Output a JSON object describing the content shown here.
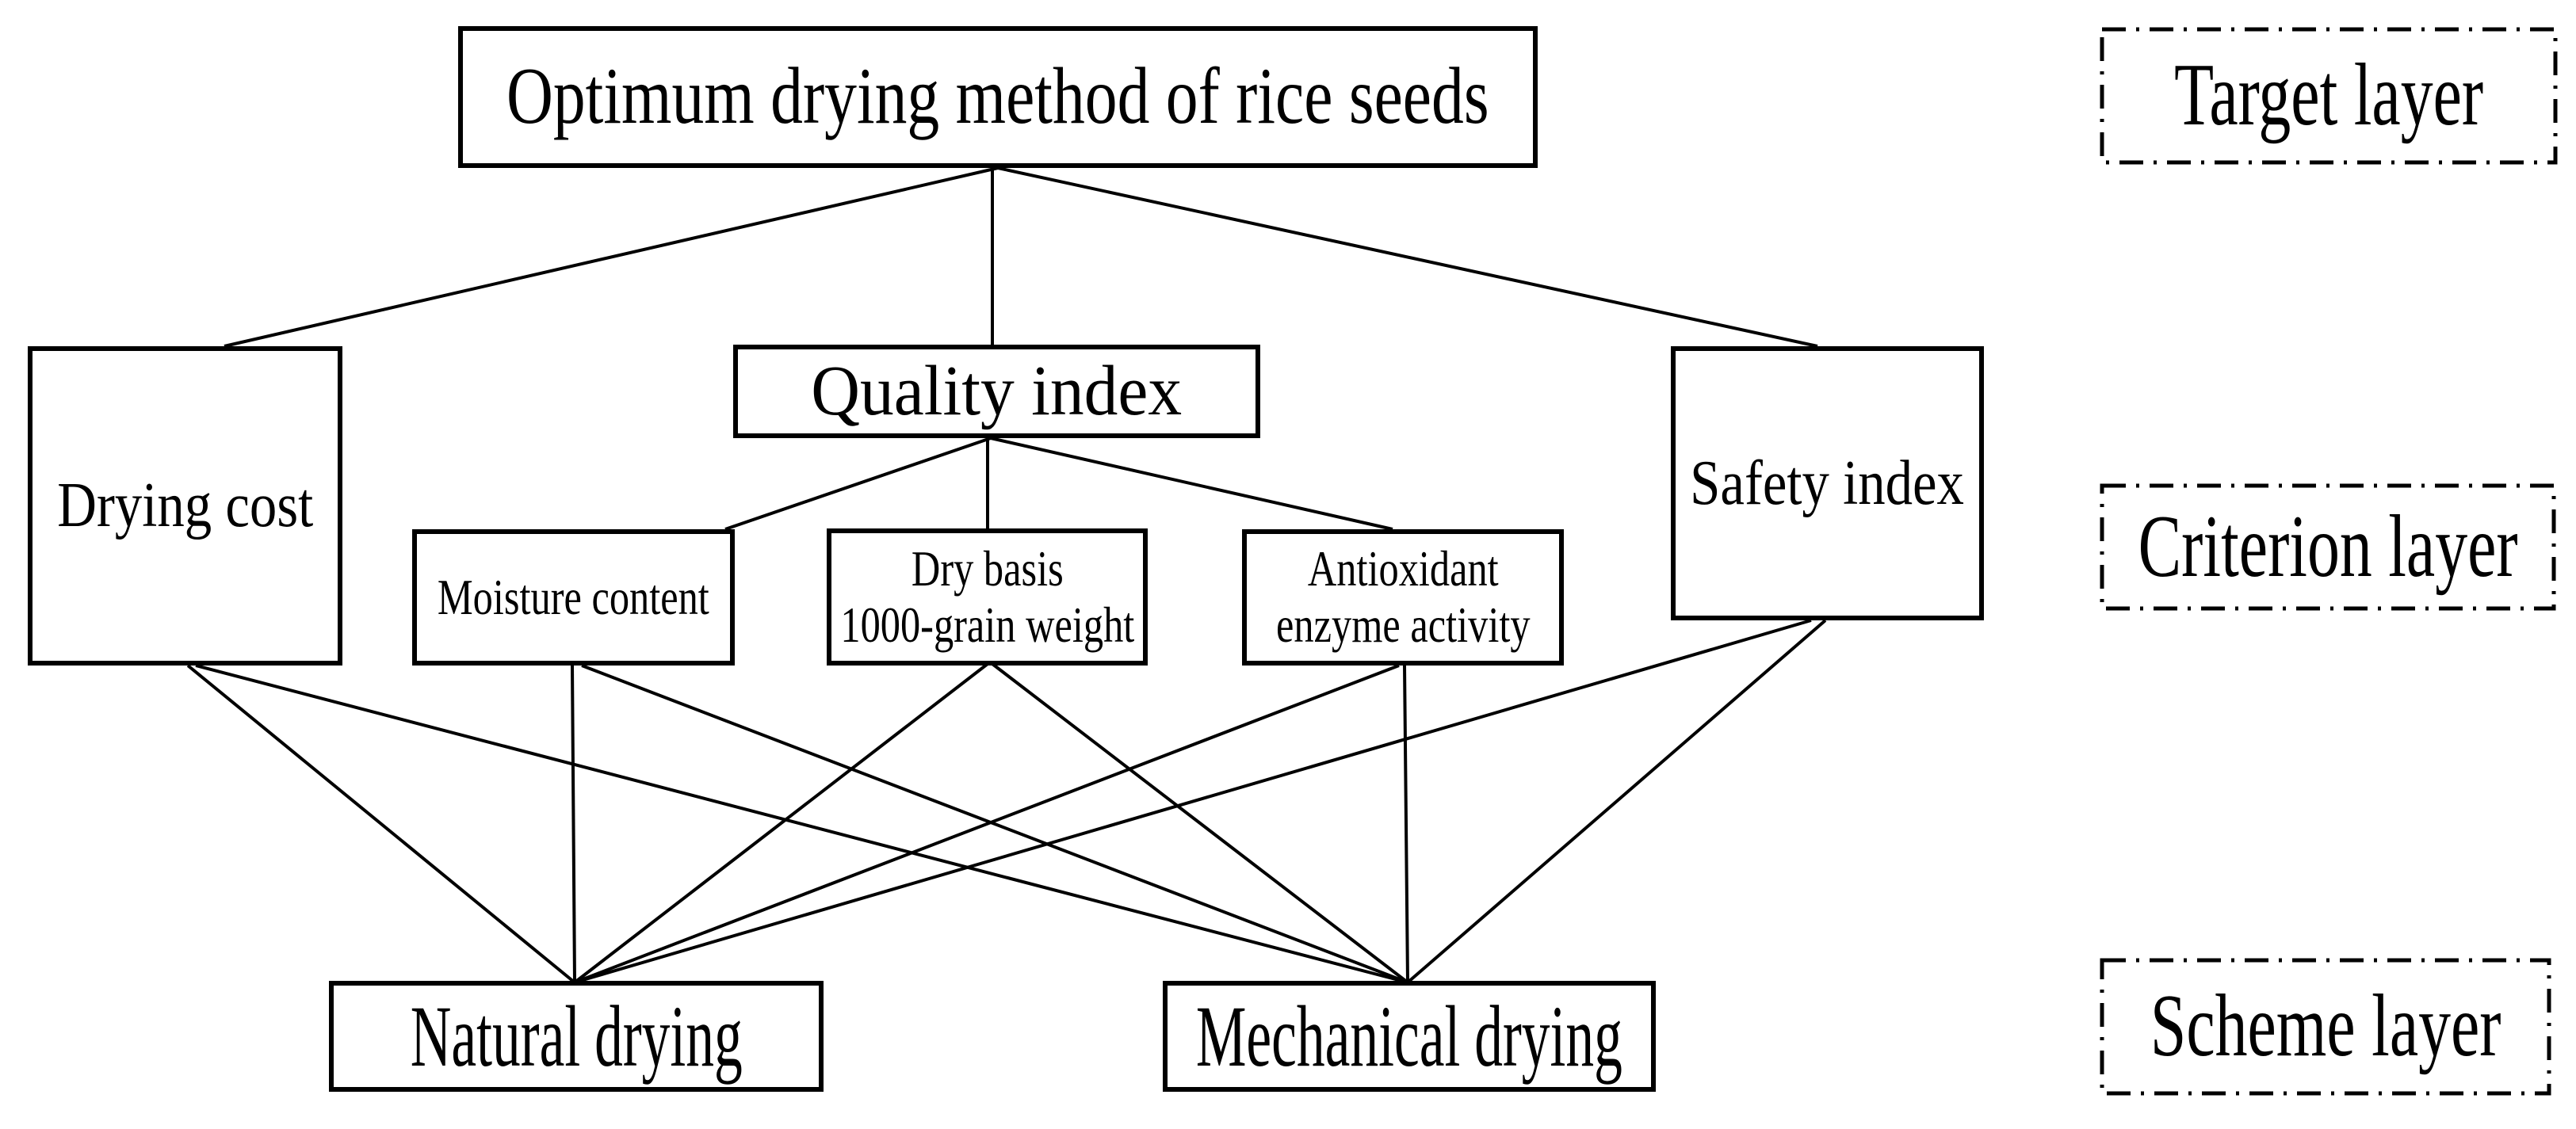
{
  "figure": {
    "type": "ahp-hierarchy-diagram",
    "colors": {
      "background": "#ffffff",
      "line": "#000000",
      "box_fill": "#ffffff",
      "text": "#000000"
    },
    "nodes": {
      "target": {
        "label": "Optimum drying method of rice seeds"
      },
      "drying_cost": {
        "label": "Drying cost"
      },
      "quality_index": {
        "label": "Quality index"
      },
      "safety_index": {
        "label": "Safety index"
      },
      "moisture_content": {
        "label": "Moisture content"
      },
      "dry_basis": {
        "line1": "Dry basis",
        "line2": "1000-grain weight"
      },
      "antioxidant": {
        "line1": "Antioxidant",
        "line2": "enzyme activity"
      },
      "natural_drying": {
        "label": "Natural drying"
      },
      "mechanical_drying": {
        "label": "Mechanical drying"
      }
    },
    "layer_labels": {
      "target": {
        "label": "Target layer"
      },
      "criterion": {
        "label": "Criterion layer"
      },
      "scheme": {
        "label": "Scheme layer"
      }
    },
    "edges": [
      "target -> drying_cost",
      "target -> quality_index",
      "target -> safety_index",
      "quality_index -> moisture_content",
      "quality_index -> dry_basis",
      "quality_index -> antioxidant",
      "drying_cost -> natural_drying",
      "drying_cost -> mechanical_drying",
      "moisture_content -> natural_drying",
      "moisture_content -> mechanical_drying",
      "dry_basis -> natural_drying",
      "dry_basis -> mechanical_drying",
      "antioxidant -> natural_drying",
      "antioxidant -> mechanical_drying",
      "safety_index -> natural_drying",
      "safety_index -> mechanical_drying"
    ]
  }
}
